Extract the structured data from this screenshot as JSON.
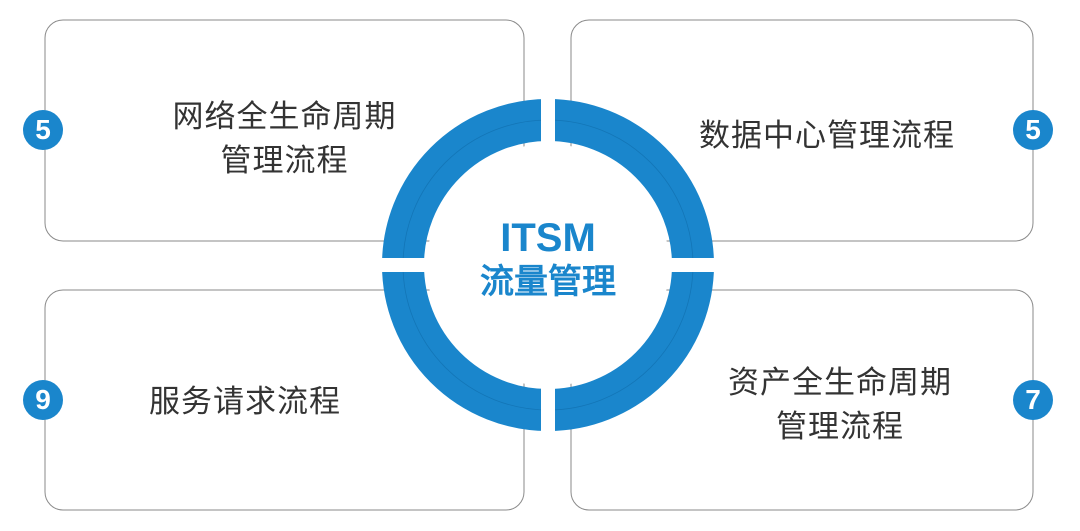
{
  "center": {
    "title": "ITSM",
    "subtitle": "流量管理"
  },
  "quadrants": [
    {
      "line1": "网络全生命周期",
      "line2": "管理流程",
      "count": "5"
    },
    {
      "line1": "数据中心管理流程",
      "line2": "",
      "count": "5"
    },
    {
      "line1": "服务请求流程",
      "line2": "",
      "count": "9"
    },
    {
      "line1": "资产全生命周期",
      "line2": "管理流程",
      "count": "7"
    }
  ],
  "colors": {
    "accent": "#1a86cc",
    "border": "#8a8a8a"
  }
}
